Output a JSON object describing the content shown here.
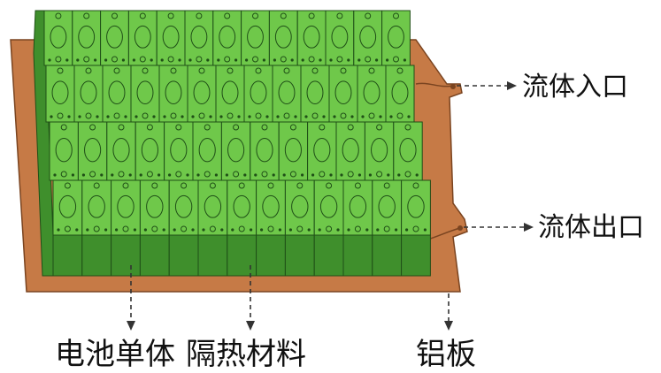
{
  "diagram": {
    "labels": {
      "fluid_inlet": "流体入口",
      "fluid_outlet": "流体出口",
      "cell": "电池单体",
      "insulation": "隔热材料",
      "aluminum_plate": "铝板"
    },
    "module": {
      "rows": 4,
      "cells_per_row": 13
    },
    "colors": {
      "cell_top": "#6fc84a",
      "cell_side": "#3f8f2c",
      "cell_edge": "#1f4f17",
      "plate": "#c67a46",
      "plate_edge": "#7a4420",
      "arrow": "#333333"
    }
  }
}
